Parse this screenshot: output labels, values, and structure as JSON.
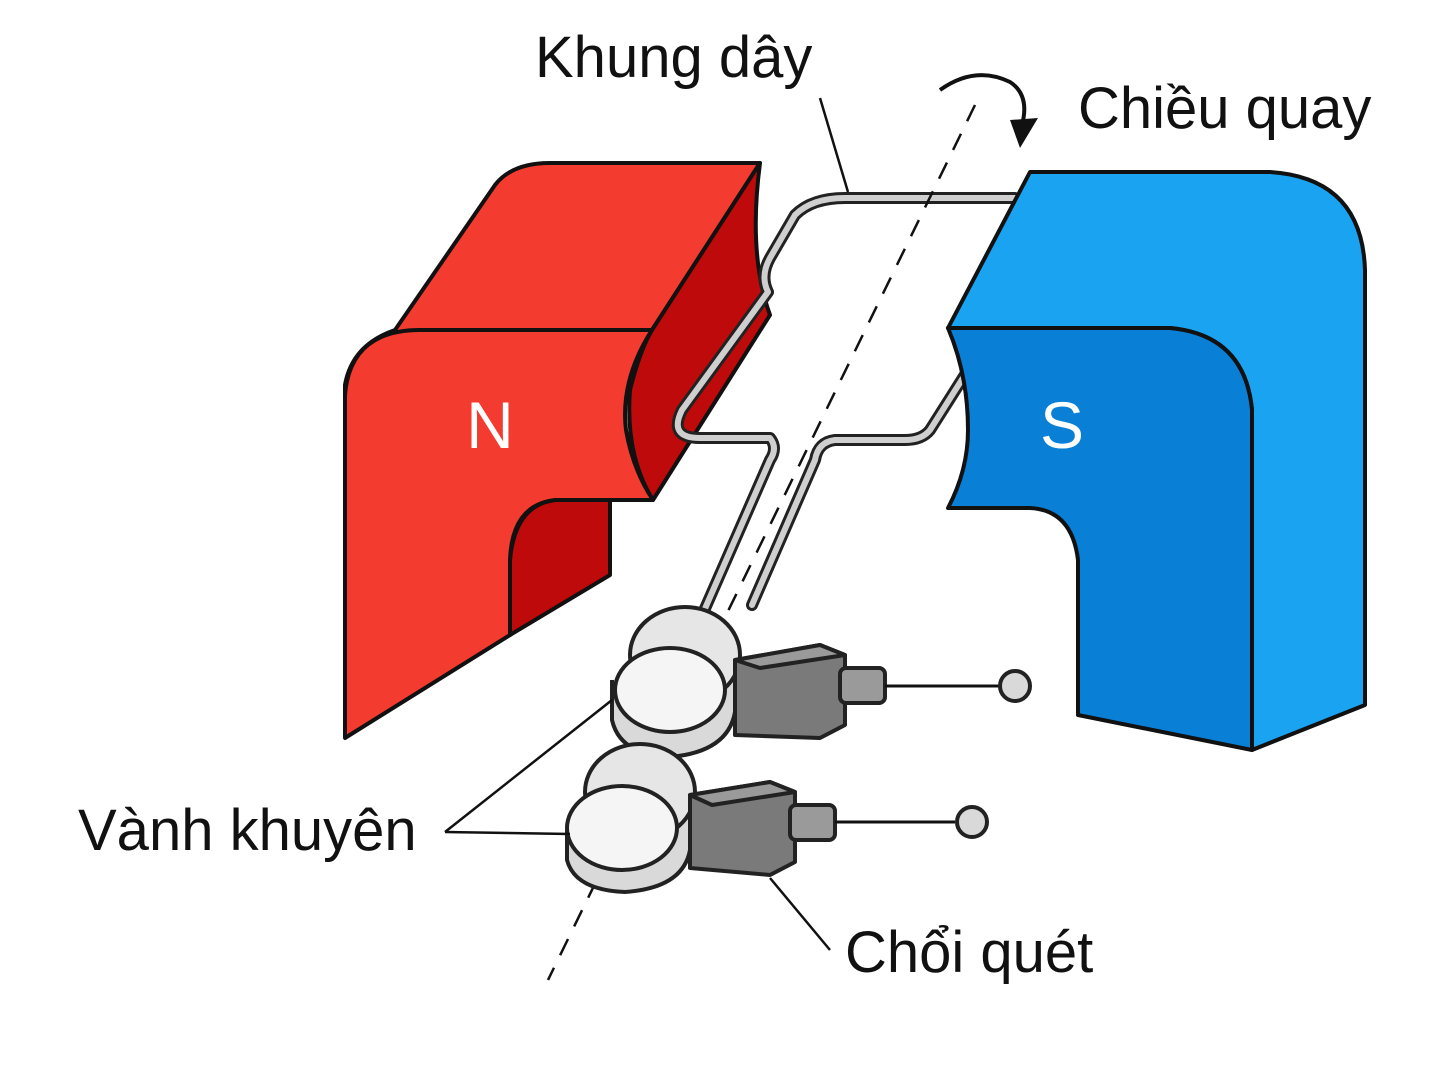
{
  "labels": {
    "coil": "Khung dây",
    "rotation": "Chiều quay",
    "rings": "Vành khuyên",
    "brushes": "Chổi quét"
  },
  "poles": {
    "north": "N",
    "south": "S"
  },
  "colors": {
    "north_face": "#F43B2F",
    "north_side": "#BE0A0A",
    "south_top": "#1AA3F0",
    "south_face": "#0A7FD6",
    "wire": "#9a9a9a",
    "ring": "#d9d9d9",
    "brush": "#7a7a7a",
    "outline": "#111111"
  }
}
